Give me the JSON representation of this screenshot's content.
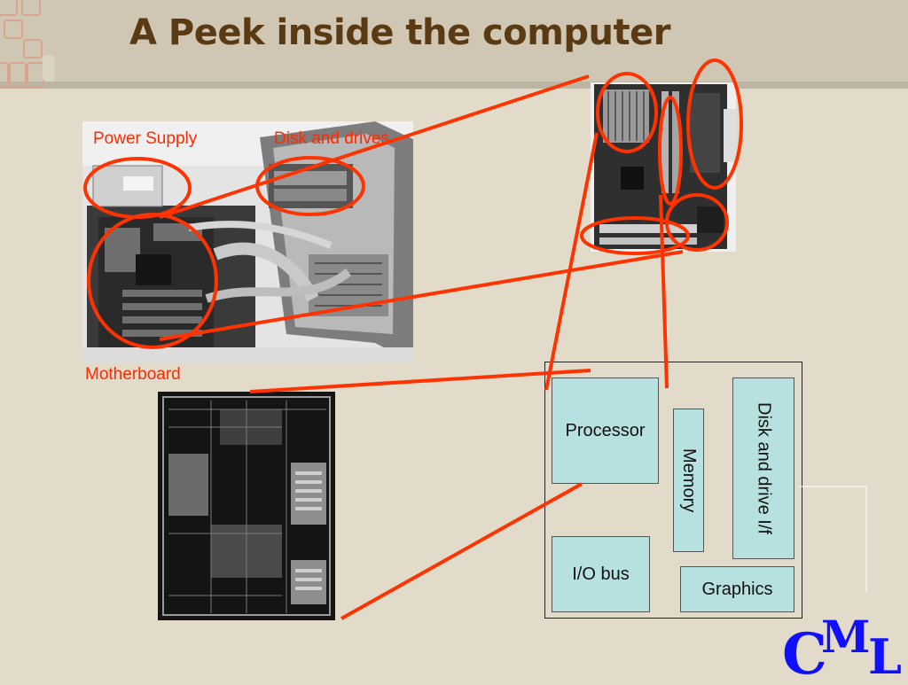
{
  "slide": {
    "title": "A Peek inside the computer",
    "labels": {
      "power_supply": "Power Supply",
      "disk_and_drives": "Disk and drives",
      "motherboard": "Motherboard"
    },
    "diagram": {
      "processor": "Processor",
      "memory": "Memory",
      "disk_interface": "Disk and drive I/f",
      "io_bus": "I/O bus",
      "graphics": "Graphics"
    },
    "logo": {
      "text": "CML"
    }
  },
  "colors": {
    "accent_red": "#ff3300",
    "title_brown": "#5a3a12",
    "box_fill": "#b7e1e1",
    "logo_blue": "#1010ff"
  }
}
